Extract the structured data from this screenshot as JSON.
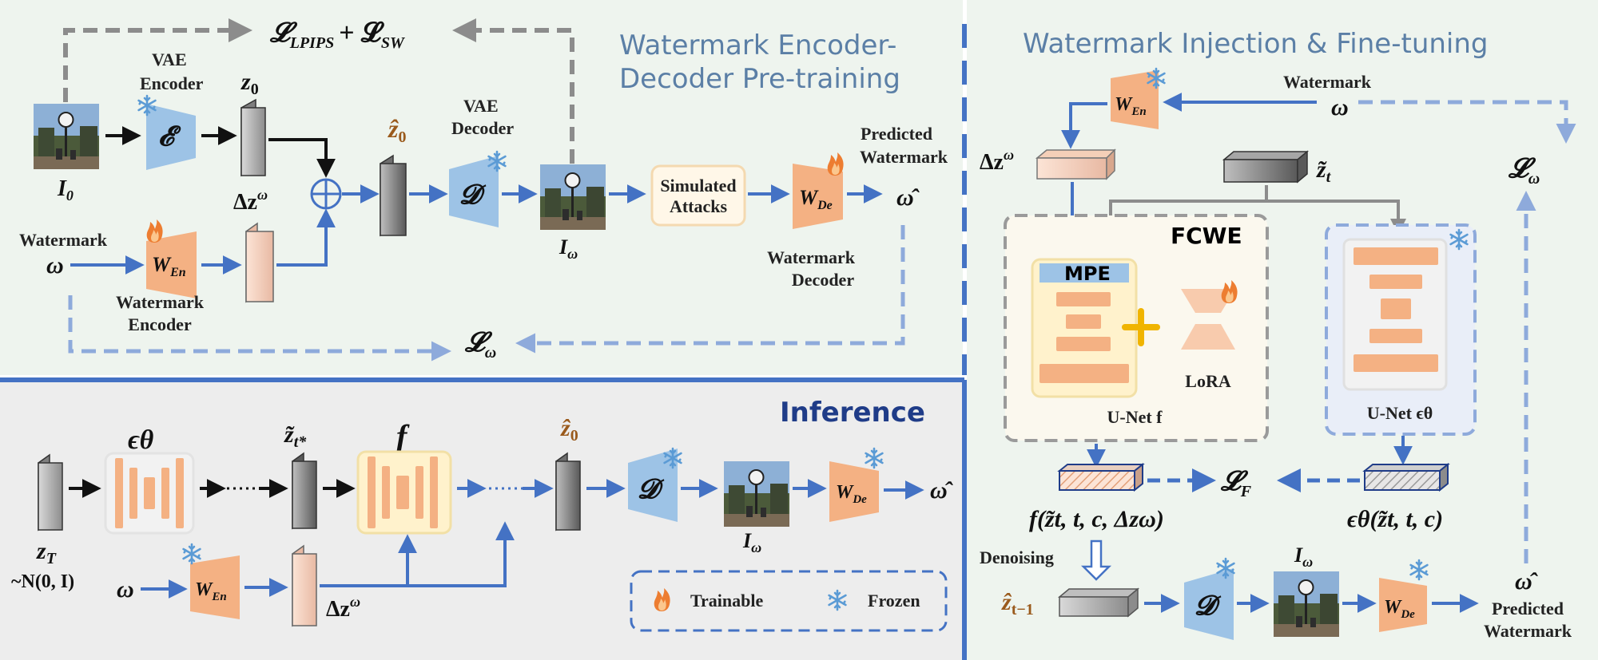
{
  "panels": {
    "pretrain_title_line1": "Watermark Encoder-",
    "pretrain_title_line2": "Decoder Pre-training",
    "inject_title": "Watermark Injection & Fine-tuning",
    "inference_title": "Inference"
  },
  "pretrain": {
    "loss_top": "𝓛LPIPS + 𝓛SW",
    "loss_top_main": "𝓛",
    "loss_top_sub1": "LPIPS",
    "loss_top_plus": "+ 𝓛",
    "loss_top_sub2": "SW",
    "vae_encoder_label_1": "VAE",
    "vae_encoder_label_2": "Encoder",
    "vae_encoder_symbol": "𝓔",
    "z0": "z",
    "z0_sub": "0",
    "input_image": "I",
    "input_image_sub": "0",
    "delta_z": "Δz",
    "delta_z_sup": "ω",
    "plus_symbol": "⊕",
    "zhat0": "ẑ",
    "zhat0_sub": "0",
    "vae_decoder_label_1": "VAE",
    "vae_decoder_label_2": "Decoder",
    "decoder_symbol": "𝓓",
    "watermarked_image": "I",
    "watermarked_image_sub": "ω",
    "simulated_attacks_1": "Simulated",
    "simulated_attacks_2": "Attacks",
    "w_de": "W",
    "w_de_sub": "De",
    "predicted_watermark_1": "Predicted",
    "predicted_watermark_2": "Watermark",
    "omega_hat": "ω̂",
    "watermark_decoder_1": "Watermark",
    "watermark_decoder_2": "Decoder",
    "watermark_label": "Watermark",
    "omega": "ω",
    "w_en": "W",
    "w_en_sub": "En",
    "watermark_encoder_1": "Watermark",
    "watermark_encoder_2": "Encoder",
    "loss_omega": "𝓛",
    "loss_omega_sub": "ω"
  },
  "injection": {
    "w_en": "W",
    "w_en_sub": "En",
    "watermark_label": "Watermark",
    "omega": "ω",
    "loss_omega": "𝓛",
    "loss_omega_sub": "ω",
    "delta_z": "Δz",
    "delta_z_sup": "ω",
    "z_tilde_t": "z̃",
    "z_tilde_t_sub": "t",
    "fcwe": "FCWE",
    "mpe": "MPE",
    "lora": "LoRA",
    "unet_f": "U-Net f",
    "unet_eps": "U-Net ϵθ",
    "loss_f": "𝓛",
    "loss_f_sub": "F",
    "f_expr": "f(z̃t, t, c, Δzω)",
    "eps_expr": "ϵθ(z̃t, t, c)",
    "denoising": "Denoising",
    "zhat_tminus1": "ẑ",
    "zhat_tminus1_sub": "t−1",
    "decoder_symbol": "𝓓",
    "image": "I",
    "image_sub": "ω",
    "w_de": "W",
    "w_de_sub": "De",
    "omega_hat": "ω̂",
    "predicted_watermark_1": "Predicted",
    "predicted_watermark_2": "Watermark"
  },
  "inference": {
    "eps_theta": "ϵθ",
    "z_tilde_tstar": "z̃",
    "z_tilde_tstar_sub": "t*",
    "f_label": "f",
    "zhat0": "ẑ",
    "zhat0_sub": "0",
    "decoder_symbol": "𝓓",
    "image": "I",
    "image_sub": "ω",
    "w_de": "W",
    "w_de_sub": "De",
    "omega_hat": "ω̂",
    "z_T": "z",
    "z_T_sub": "T",
    "z_T_dist": "~N(0, I)",
    "omega": "ω",
    "w_en": "W",
    "w_en_sub": "En",
    "delta_z": "Δz",
    "delta_z_sup": "ω",
    "legend_trainable": "Trainable",
    "legend_frozen": "Frozen"
  },
  "colors": {
    "arrow_blue": "#4472c4",
    "dashed_blue": "#8eaadb",
    "gray_dash": "#8c8c8c",
    "orange_block": "#f4b183",
    "blue_block": "#9dc3e6",
    "panel_green": "#eef4ee",
    "panel_gray": "#ededed",
    "divider_blue": "#4472c4"
  }
}
